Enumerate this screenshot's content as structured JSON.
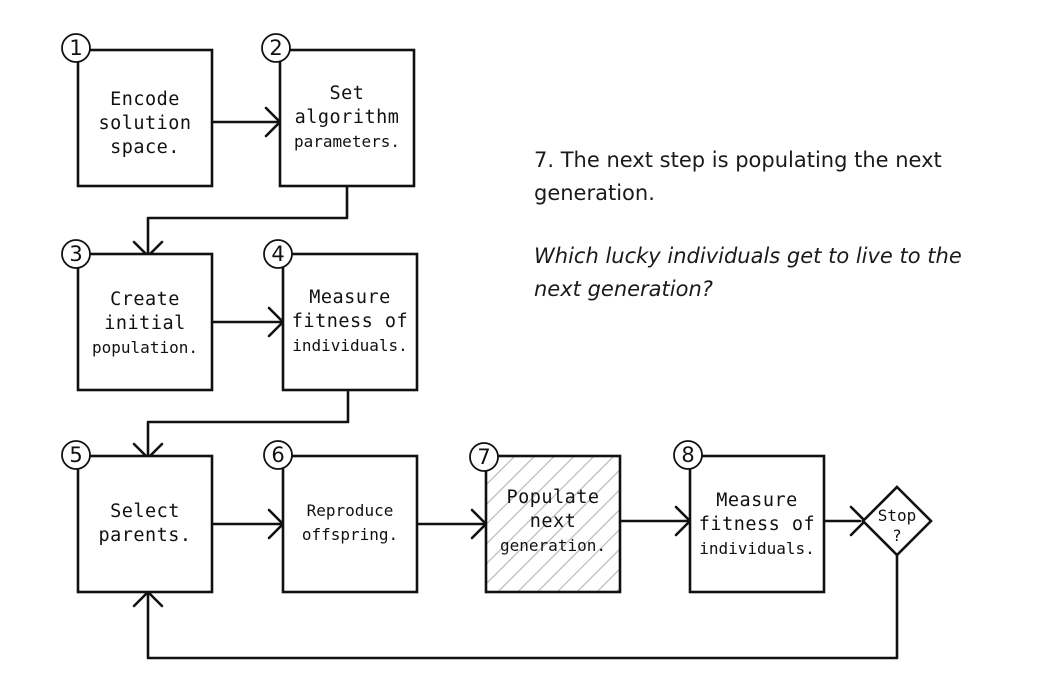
{
  "steps": [
    {
      "num": "1",
      "lines": [
        "Encode",
        "solution",
        "space."
      ]
    },
    {
      "num": "2",
      "lines": [
        "Set",
        "algorithm",
        "parameters."
      ]
    },
    {
      "num": "3",
      "lines": [
        "Create",
        "initial",
        "population."
      ]
    },
    {
      "num": "4",
      "lines": [
        "Measure",
        "fitness of",
        "individuals."
      ]
    },
    {
      "num": "5",
      "lines": [
        "Select",
        "parents."
      ]
    },
    {
      "num": "6",
      "lines": [
        "Reproduce",
        "offspring."
      ]
    },
    {
      "num": "7",
      "lines": [
        "Populate",
        "next",
        "generation."
      ]
    },
    {
      "num": "8",
      "lines": [
        "Measure",
        "fitness of",
        "individuals."
      ]
    }
  ],
  "decision": {
    "lines": [
      "Stop",
      "?"
    ]
  },
  "notes": {
    "step_text": [
      "7. The next step is populating the next",
      "generation."
    ],
    "question": [
      "Which lucky individuals get to live to the",
      "next generation?"
    ]
  }
}
